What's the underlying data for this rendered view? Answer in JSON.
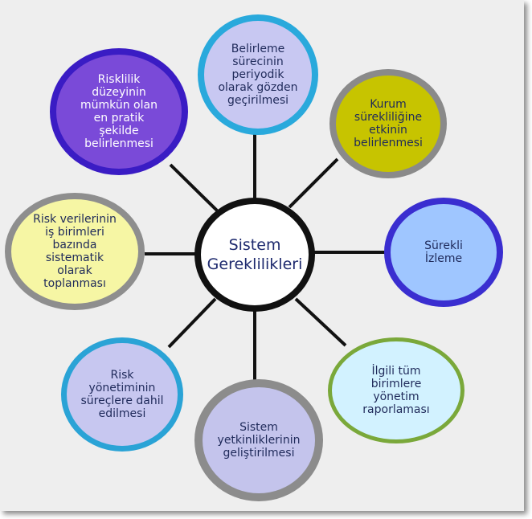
{
  "center": {
    "label": "Sistem Gereklilikleri"
  },
  "nodes": [
    {
      "id": "top",
      "label": "Belirleme sürecinin periyodik olarak gözden geçirilmesi",
      "fill": "#c8c8f2",
      "border": "#29a9dc"
    },
    {
      "id": "upper-right",
      "label": "Kurum sürekliliğine etkinin belirlenmesi",
      "fill": "#c7c400",
      "border": "#8a8a8a"
    },
    {
      "id": "right",
      "label": "Sürekli İzleme",
      "fill": "#9fc6ff",
      "border": "#3a2ed0"
    },
    {
      "id": "lower-right",
      "label": "İlgili tüm birimlere yönetim raporlaması",
      "fill": "#d2f2ff",
      "border": "#7aa83a"
    },
    {
      "id": "bottom",
      "label": "Sistem yetkinliklerinin geliştirilmesi",
      "fill": "#c4c4ec",
      "border": "#8c8c8c"
    },
    {
      "id": "lower-left",
      "label": "Risk yönetiminin süreçlere dahil edilmesi",
      "fill": "#c7c7f0",
      "border": "#2aa3d6"
    },
    {
      "id": "left",
      "label": "Risk verilerinin iş birimleri bazında sistematik olarak toplanması",
      "fill": "#f6f6a4",
      "border": "#8e8e8e"
    },
    {
      "id": "upper-left",
      "label": "Risklilik düzeyinin mümkün olan en pratik şekilde belirlenmesi",
      "fill": "#7a4ad8",
      "border": "#3a1cc4"
    }
  ]
}
